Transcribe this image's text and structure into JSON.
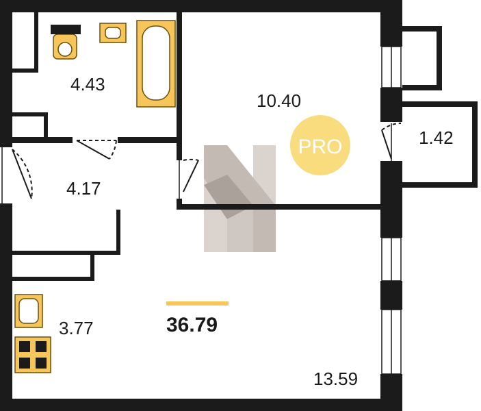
{
  "plan": {
    "total_area": "36.79",
    "rooms": {
      "bathroom": "4.43",
      "bedroom": "10.40",
      "hallway": "4.17",
      "kitchen": "3.77",
      "living": "13.59",
      "balcony": "1.42"
    },
    "badge": "PRO",
    "colors": {
      "wall": "#1b1b1b",
      "fixture": "#f6c65b",
      "fixture_stroke": "#6b4f12",
      "accent_bar": "#f6c65b",
      "badge": "#f9dc7e",
      "watermark": "#b5aca6"
    }
  }
}
